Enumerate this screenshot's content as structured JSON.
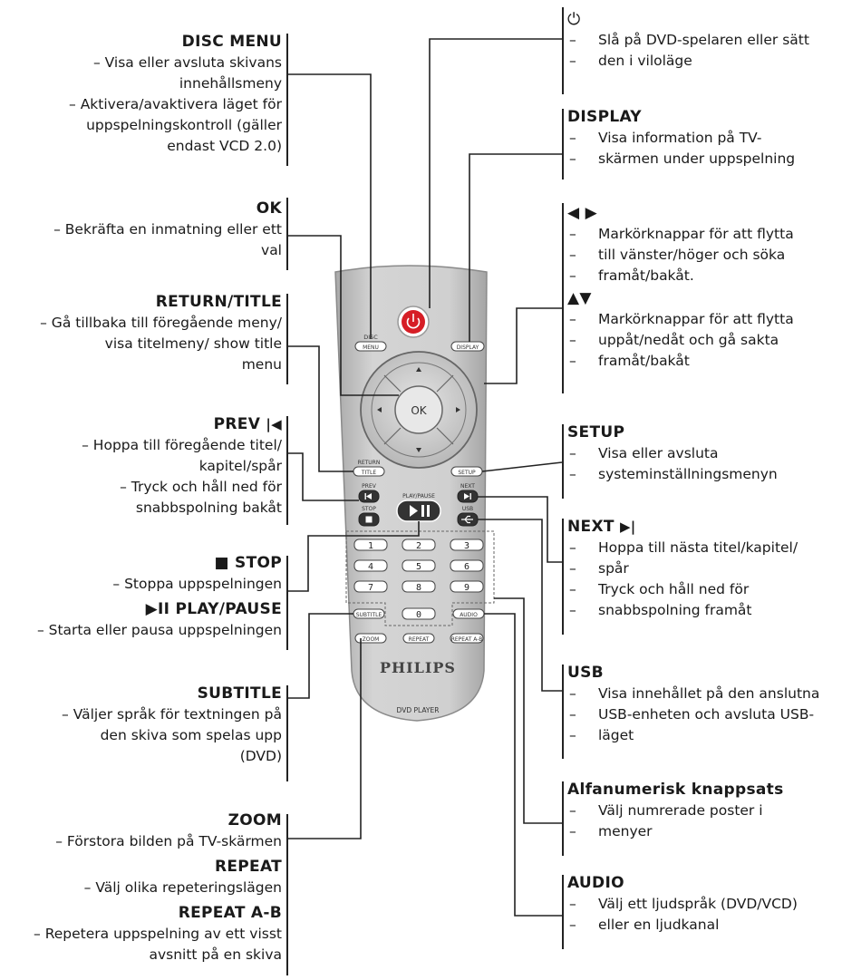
{
  "left": {
    "disc_menu": {
      "title": "DISC MENU",
      "lines": [
        "– Visa eller avsluta skivans",
        "innehållsmeny",
        "– Aktivera/avaktivera läget för",
        "uppspelningskontroll (gäller",
        "endast VCD 2.0)"
      ]
    },
    "ok": {
      "title": "OK",
      "lines": [
        "– Bekräfta en inmatning eller ett",
        "val"
      ]
    },
    "return_title": {
      "title": "RETURN/TITLE",
      "lines": [
        "– Gå tillbaka till föregående meny/",
        "visa titelmeny/ show title",
        "menu"
      ]
    },
    "prev": {
      "title": "PREV",
      "icon": "skip-back-icon",
      "lines": [
        "– Hoppa till föregående titel/",
        "kapitel/spår",
        "– Tryck och håll ned för",
        "snabbspolning bakåt"
      ]
    },
    "stop": {
      "title": "STOP",
      "icon": "stop-square-icon",
      "lines": [
        "– Stoppa uppspelningen"
      ]
    },
    "play_pause": {
      "title": "PLAY/PAUSE",
      "icon": "play-pause-icon",
      "lines": [
        "– Starta eller pausa uppspelningen"
      ]
    },
    "subtitle": {
      "title": "SUBTITLE",
      "lines": [
        "– Väljer språk för textningen på",
        "den skiva som spelas upp",
        "(DVD)"
      ]
    },
    "zoom": {
      "title": "ZOOM",
      "lines": [
        "– Förstora bilden på TV-skärmen"
      ]
    },
    "repeat": {
      "title": "REPEAT",
      "lines": [
        "– Välj olika repeteringslägen"
      ]
    },
    "repeat_ab": {
      "title": "REPEAT A-B",
      "lines": [
        "– Repetera uppspelning av ett visst",
        "avsnitt på en skiva"
      ]
    }
  },
  "right": {
    "power": {
      "title": "",
      "icon": "power-icon",
      "lines": [
        "Slå på DVD-spelaren eller sätt",
        "den i viloläge"
      ]
    },
    "display": {
      "title": "DISPLAY",
      "lines": [
        "Visa information på TV-",
        "skärmen under uppspelning"
      ]
    },
    "left_right": {
      "title": "",
      "icon": "arrow-left-right-icon",
      "lines": [
        "Markörknappar för att flytta",
        "till vänster/höger och söka",
        "framåt/bakåt."
      ]
    },
    "up_down": {
      "title": "",
      "icon": "arrow-up-down-icon",
      "lines": [
        "Markörknappar för att flytta",
        "uppåt/nedåt och gå sakta",
        "framåt/bakåt"
      ]
    },
    "setup": {
      "title": "SETUP",
      "lines": [
        "Visa eller avsluta",
        "systeminställningsmenyn"
      ]
    },
    "next": {
      "title": "NEXT",
      "icon": "skip-forward-icon",
      "lines": [
        "Hoppa till nästa titel/kapitel/",
        "spår",
        "Tryck och håll ned för",
        "snabbspolning framåt"
      ]
    },
    "usb": {
      "title": "USB",
      "lines": [
        "Visa innehållet på den anslutna",
        "USB-enheten och avsluta USB-",
        "läget"
      ]
    },
    "alnum": {
      "title": "Alfanumerisk knappsats",
      "lines": [
        "Välj numrerade poster i",
        "menyer"
      ]
    },
    "audio": {
      "title": "AUDIO",
      "lines": [
        "Välj ett ljudspråk (DVD/VCD)",
        "eller en ljudkanal"
      ]
    }
  },
  "remote": {
    "buttons": {
      "disc": "DISC",
      "menu": "MENU",
      "display": "DISPLAY",
      "ok": "OK",
      "return": "RETURN",
      "title": "TITLE",
      "setup": "SETUP",
      "prev": "PREV",
      "play_pause": "PLAY/PAUSE",
      "next": "NEXT",
      "stop": "STOP",
      "usb": "USB",
      "subtitle": "SUBTITLE",
      "audio": "AUDIO",
      "zoom": "ZOOM",
      "repeat": "REPEAT",
      "repeat_ab": "REPEAT A-B",
      "digits": [
        "1",
        "2",
        "3",
        "4",
        "5",
        "6",
        "7",
        "8",
        "9",
        "0"
      ]
    },
    "brand": "PHILIPS",
    "model": "DVD PLAYER"
  },
  "colors": {
    "power_red": "#d61e26",
    "remote_body": "#c6c6c6",
    "button_dark": "#333333"
  }
}
